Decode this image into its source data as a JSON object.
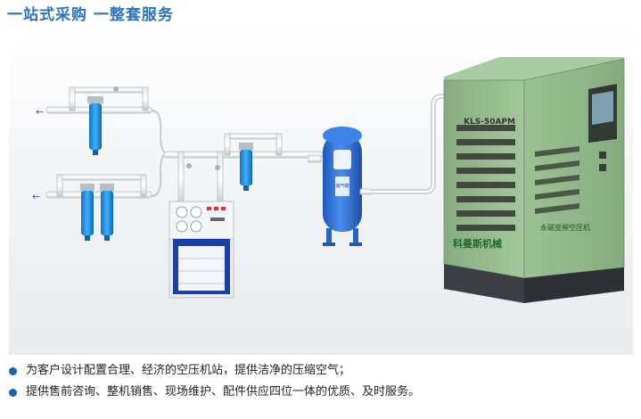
{
  "header": {
    "title": "一站式采购  一整套服务"
  },
  "machine": {
    "model": "KLS-50APM",
    "brand": "科曼斯机械",
    "side_text": "永磁变频空压机"
  },
  "tank": {
    "plate": "储气罐"
  },
  "bullets": [
    "为客户设计配置合理、经济的空压机站，提供洁净的压缩空气；",
    "提供售前咨询、整机销售、现场维护、配件供应四位一体的优质、及时服务。"
  ],
  "colors": {
    "accent": "#2a73c4",
    "filter_blue": "#1a8fe0",
    "tank_blue": "#2c6fd6",
    "machine_green": "#8fb88a",
    "pipe": "#cfd3d6"
  }
}
